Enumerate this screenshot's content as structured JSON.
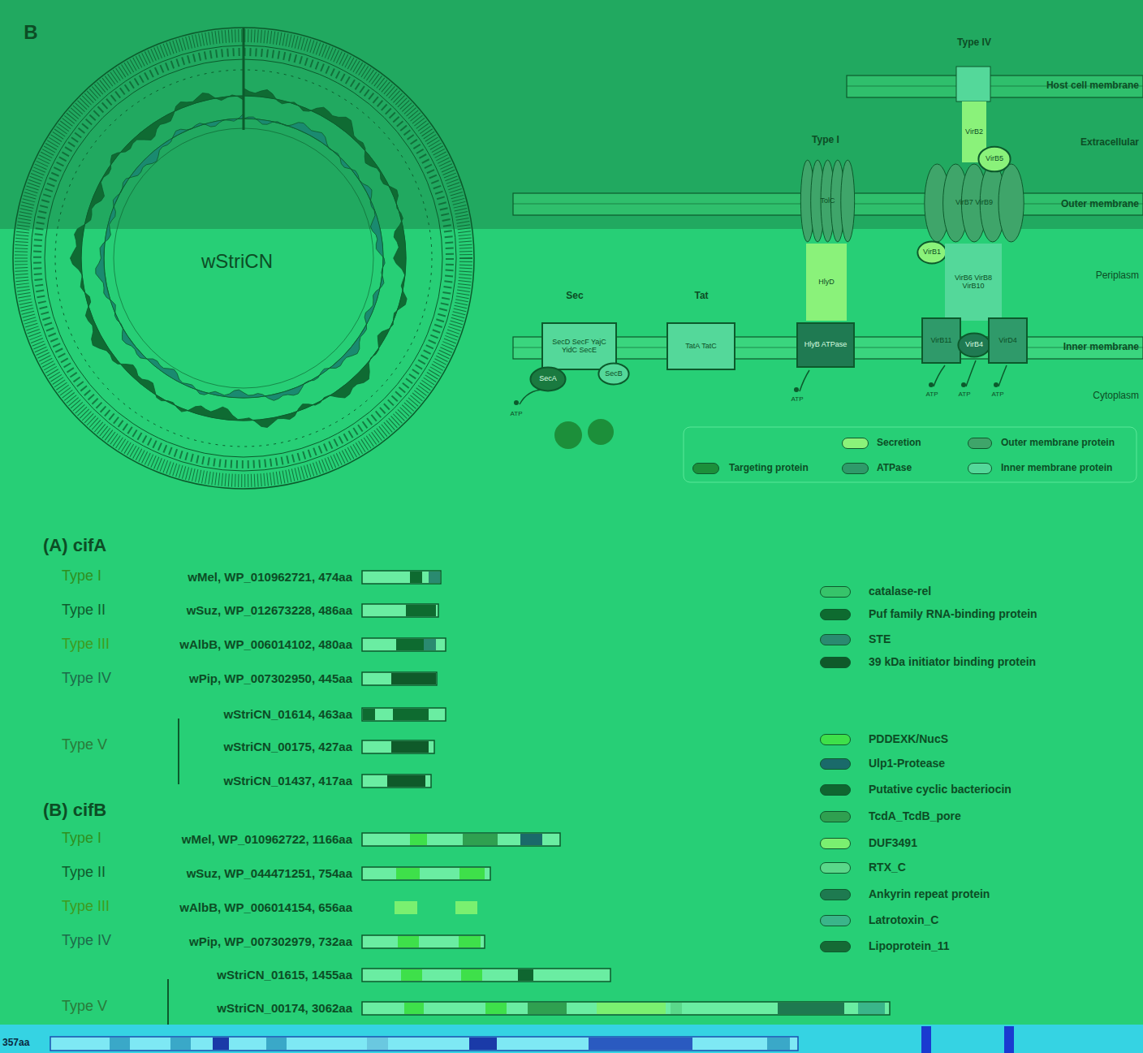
{
  "diagram": {
    "nodes": [
      {
        "text": [
          "SecD SecF YajC YidC SecE"
        ]
      },
      {
        "text": [
          "SecA"
        ]
      },
      {
        "text": [
          "SecB"
        ]
      },
      {
        "text": [
          "TatA TatC"
        ]
      },
      {
        "text": [
          "TolC"
        ]
      },
      {
        "text": [
          "HlyD"
        ]
      },
      {
        "text": [
          "HlyB ATPase"
        ]
      },
      {
        "text": [
          "VirB2"
        ]
      },
      {
        "text": [
          "VirB7 VirB9"
        ]
      },
      {
        "text": [
          "VirB5"
        ]
      },
      {
        "text": [
          "VirB1"
        ]
      },
      {
        "text": [
          "VirB6 VirB8 VirB10"
        ]
      },
      {
        "text": [
          "VirB11"
        ]
      },
      {
        "text": [
          "VirB4"
        ]
      },
      {
        "text": [
          "VirD4"
        ]
      }
    ],
    "labels": [
      "B",
      "wStriCN",
      "Type IV",
      "Host cell membrane",
      "Extracellular",
      "Type I",
      "Outer membrane",
      "Periplasm",
      "Inner membrane",
      "Cytoplasm",
      "ATP",
      "ATP",
      "ATP",
      "ATP",
      "ATP",
      "(A) cifA",
      "Type I",
      "wMel, WP_010962721, 474aa",
      "Type II",
      "wSuz, WP_012673228, 486aa",
      "Type III",
      "wAlbB, WP_006014102, 480aa",
      "Type IV",
      "wPip, WP_007302950, 445aa",
      "Type V",
      "wStriCN_01614, 463aa",
      "wStriCN_00175, 427aa",
      "wStriCN_01437, 417aa",
      "(B) cifB",
      "Type I",
      "wMel, WP_010962722, 1166aa",
      "Type II",
      "wSuz, WP_044471251, 754aa",
      "Type III",
      "wAlbB, WP_006014154, 656aa",
      "Type IV",
      "wPip, WP_007302979, 732aa",
      "wStriCN_01615, 1455aa",
      "Type V",
      "wStriCN_00174, 3062aa",
      "357aa",
      "Sec",
      "Tat"
    ],
    "legend": [
      {
        "text": "Secretion",
        "color": "#8af27a"
      },
      {
        "text": "Outer membrane protein",
        "color": "#3fa56a"
      },
      {
        "text": "Targeting protein",
        "color": "#1c8f3a"
      },
      {
        "text": "ATPase",
        "color": "#2f9a6a"
      },
      {
        "text": "Inner membrane protein",
        "color": "#54d89a"
      },
      {
        "text": "catalase-rel",
        "color": "#36c46a"
      },
      {
        "text": "Puf family RNA-binding protein",
        "color": "#0e6b30"
      },
      {
        "text": "STE",
        "color": "#2a8a70"
      },
      {
        "text": "39 kDa initiator binding protein",
        "color": "#0f5a2a"
      },
      {
        "text": "PDDEXK/NucS",
        "color": "#3ee04a"
      },
      {
        "text": "Ulp1-Protease",
        "color": "#1a6a6a"
      },
      {
        "text": "Putative cyclic bacteriocin",
        "color": "#0f6630"
      },
      {
        "text": "TcdA_TcdB_pore",
        "color": "#2fa050"
      },
      {
        "text": "DUF3491",
        "color": "#7af070"
      },
      {
        "text": "RTX_C",
        "color": "#5ad88a"
      },
      {
        "text": "Ankyrin repeat protein",
        "color": "#1e7a50"
      },
      {
        "text": "Latrotoxin_C",
        "color": "#3ab58a"
      },
      {
        "text": "Lipoprotein_11",
        "color": "#156a35"
      }
    ]
  }
}
